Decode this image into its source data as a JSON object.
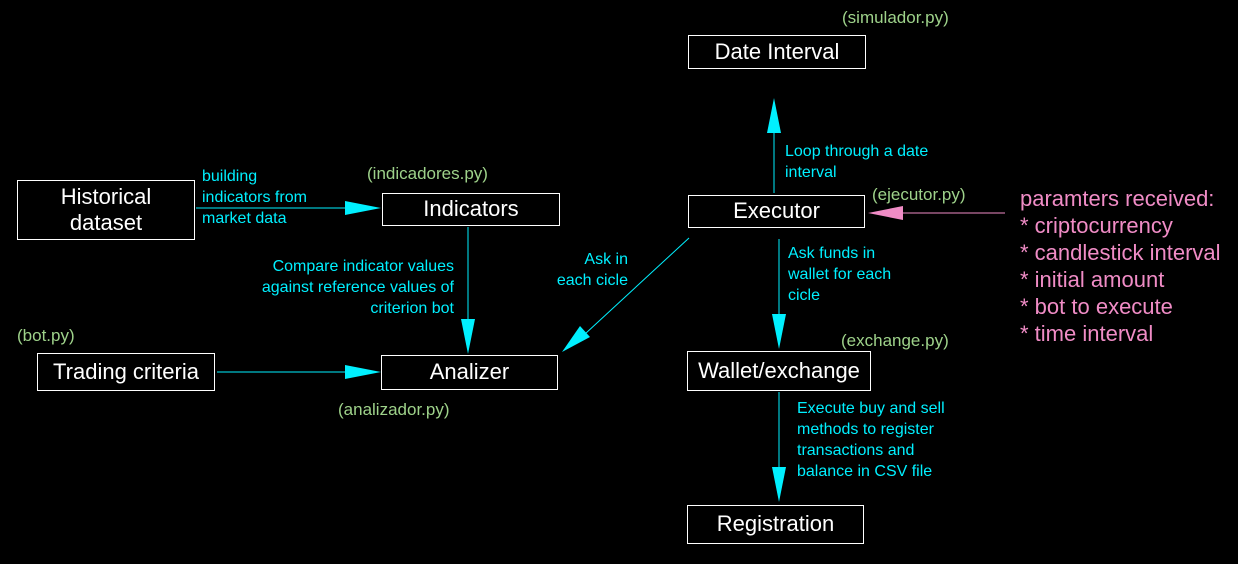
{
  "colors": {
    "background": "#000000",
    "box_border": "#ffffff",
    "box_text": "#ffffff",
    "edge": "#00f0ff",
    "file_label": "#9ed28a",
    "params": "#f08cc6"
  },
  "nodes": {
    "historical_dataset": {
      "line1": "Historical",
      "line2": "dataset"
    },
    "indicators": {
      "label": "Indicators"
    },
    "trading_criteria": {
      "label": "Trading criteria"
    },
    "analizer": {
      "label": "Analizer"
    },
    "date_interval": {
      "label": "Date Interval"
    },
    "executor": {
      "label": "Executor"
    },
    "wallet_exchange": {
      "label": "Wallet/exchange"
    },
    "registration": {
      "label": "Registration"
    }
  },
  "file_labels": {
    "simulador": "(simulador.py)",
    "indicadores": "(indicadores.py)",
    "ejecutor": "(ejecutor.py)",
    "bot": "(bot.py)",
    "exchange": "(exchange.py)",
    "analizador": "(analizador.py)"
  },
  "edge_labels": {
    "building_indicators": "building\nindicators from\nmarket data",
    "compare_indicators": "Compare indicator values\nagainst reference values of\ncriterion bot",
    "ask_each_cicle": "Ask in\neach cicle",
    "loop_dates": "Loop through a date\ninterval",
    "ask_funds": "Ask funds in\nwallet for each\ncicle",
    "execute_buy_sell": "Execute buy and sell\nmethods to register\ntransactions and\nbalance in CSV file"
  },
  "parameters": {
    "title": "paramters received:",
    "items": [
      "* criptocurrency",
      "* candlestick interval",
      "* initial amount",
      "* bot to execute",
      "* time interval"
    ]
  }
}
